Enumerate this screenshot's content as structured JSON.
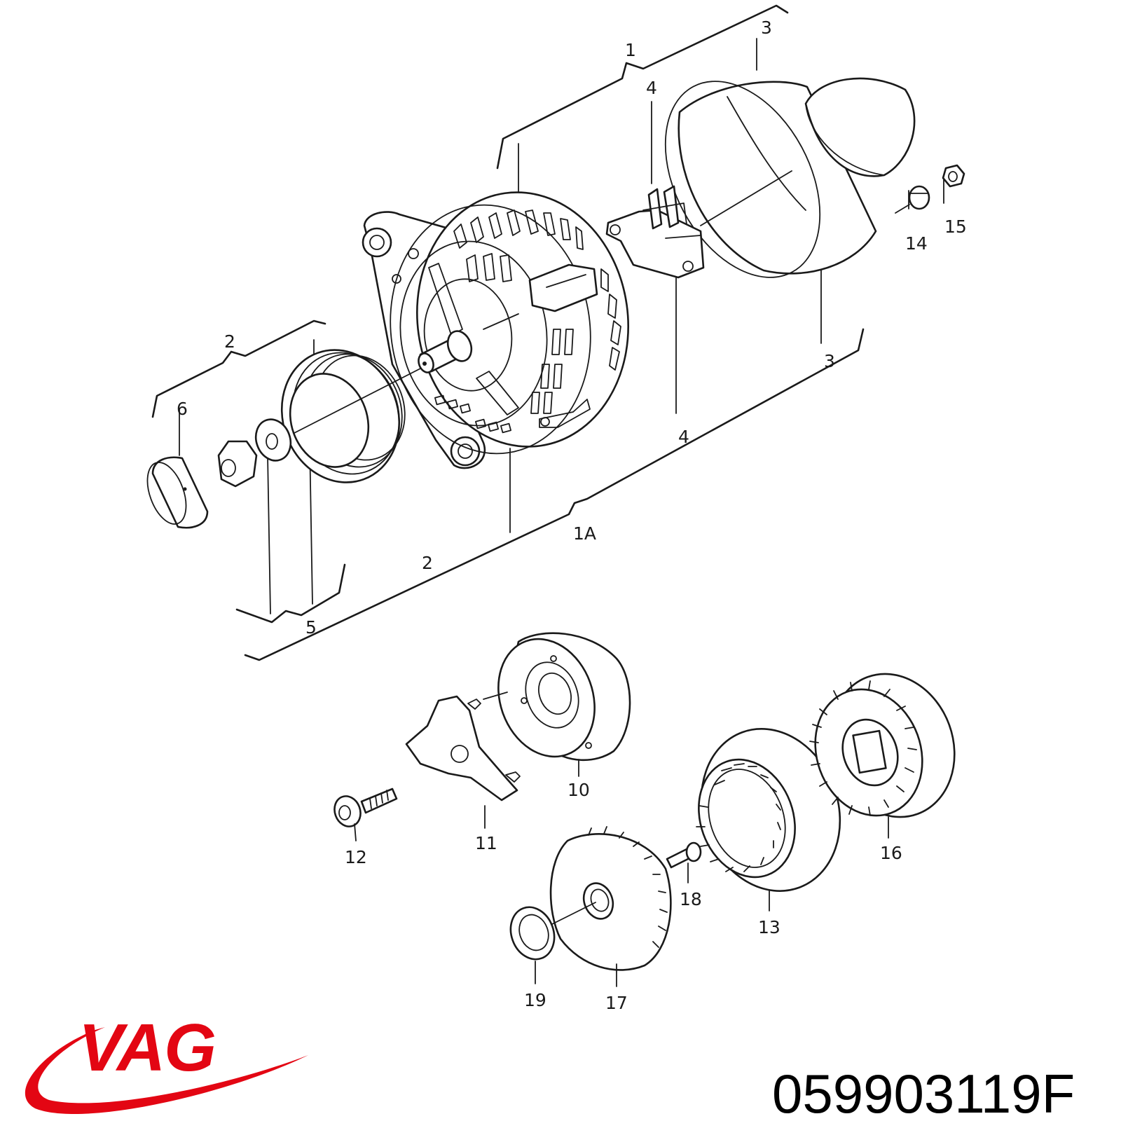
{
  "callouts": {
    "c1": "1",
    "c1a": "1A",
    "c2_top": "2",
    "c2_bottom": "2",
    "c3_top": "3",
    "c3_bottom": "3",
    "c4_top": "4",
    "c4_bottom": "4",
    "c5": "5",
    "c6": "6",
    "c10": "10",
    "c11": "11",
    "c12": "12",
    "c13": "13",
    "c14": "14",
    "c15": "15",
    "c16": "16",
    "c17": "17",
    "c18": "18",
    "c19": "19"
  },
  "footer": {
    "brand": "VAG",
    "part_number": "059903119F"
  },
  "colors": {
    "brand_red": "#e30613",
    "line": "#1a1a1a"
  }
}
